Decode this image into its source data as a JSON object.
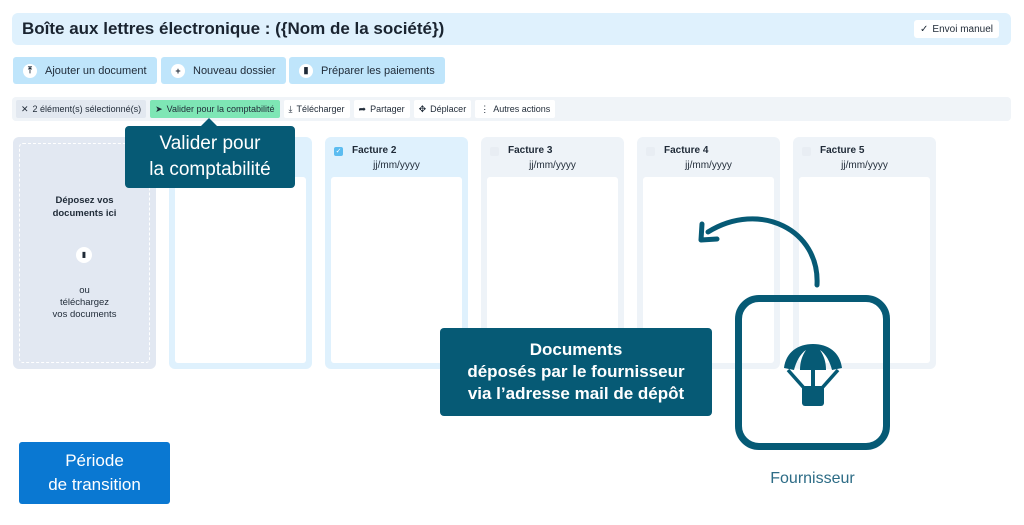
{
  "header": {
    "title": "Boîte aux lettres électronique : ({Nom de la société})",
    "envoi_label": "Envoi manuel"
  },
  "actions": [
    {
      "label": "Ajouter un document",
      "icon": "upload-icon"
    },
    {
      "label": "Nouveau dossier",
      "icon": "plus-icon"
    },
    {
      "label": "Préparer les paiements",
      "icon": "document-icon"
    }
  ],
  "toolbar": {
    "selection": "2 élément(s) sélectionné(s)",
    "validate": "Valider pour la comptabilité",
    "download": "Télécharger",
    "share": "Partager",
    "move": "Déplacer",
    "more": "Autres actions"
  },
  "dropzone": {
    "title_1": "Déposez vos",
    "title_2": "documents ici",
    "or": "ou",
    "upload_1": "téléchargez",
    "upload_2": "vos documents"
  },
  "cards": [
    {
      "name": "Facture 2",
      "date": "jj/mm/yyyy",
      "checked": true
    },
    {
      "name": "Facture 3",
      "date": "jj/mm/yyyy",
      "checked": false
    },
    {
      "name": "Facture 4",
      "date": "jj/mm/yyyy",
      "checked": false
    },
    {
      "name": "Facture 5",
      "date": "jj/mm/yyyy",
      "checked": false
    }
  ],
  "tooltip": {
    "line1": "Valider pour",
    "line2": "la comptabilité"
  },
  "callout": {
    "line1": "Documents",
    "line2": "déposés par le fournisseur",
    "line3": "via l’adresse mail de dépôt"
  },
  "periode": {
    "line1": "Période",
    "line2": "de transition"
  },
  "supplier": {
    "label": "Fournisseur",
    "icon": "parachute-icon"
  },
  "colors": {
    "primary_dark": "#065a75",
    "selected_card": "#dff1fd",
    "validate_green": "#7ee6b5",
    "periode_blue": "#0a78d2"
  }
}
